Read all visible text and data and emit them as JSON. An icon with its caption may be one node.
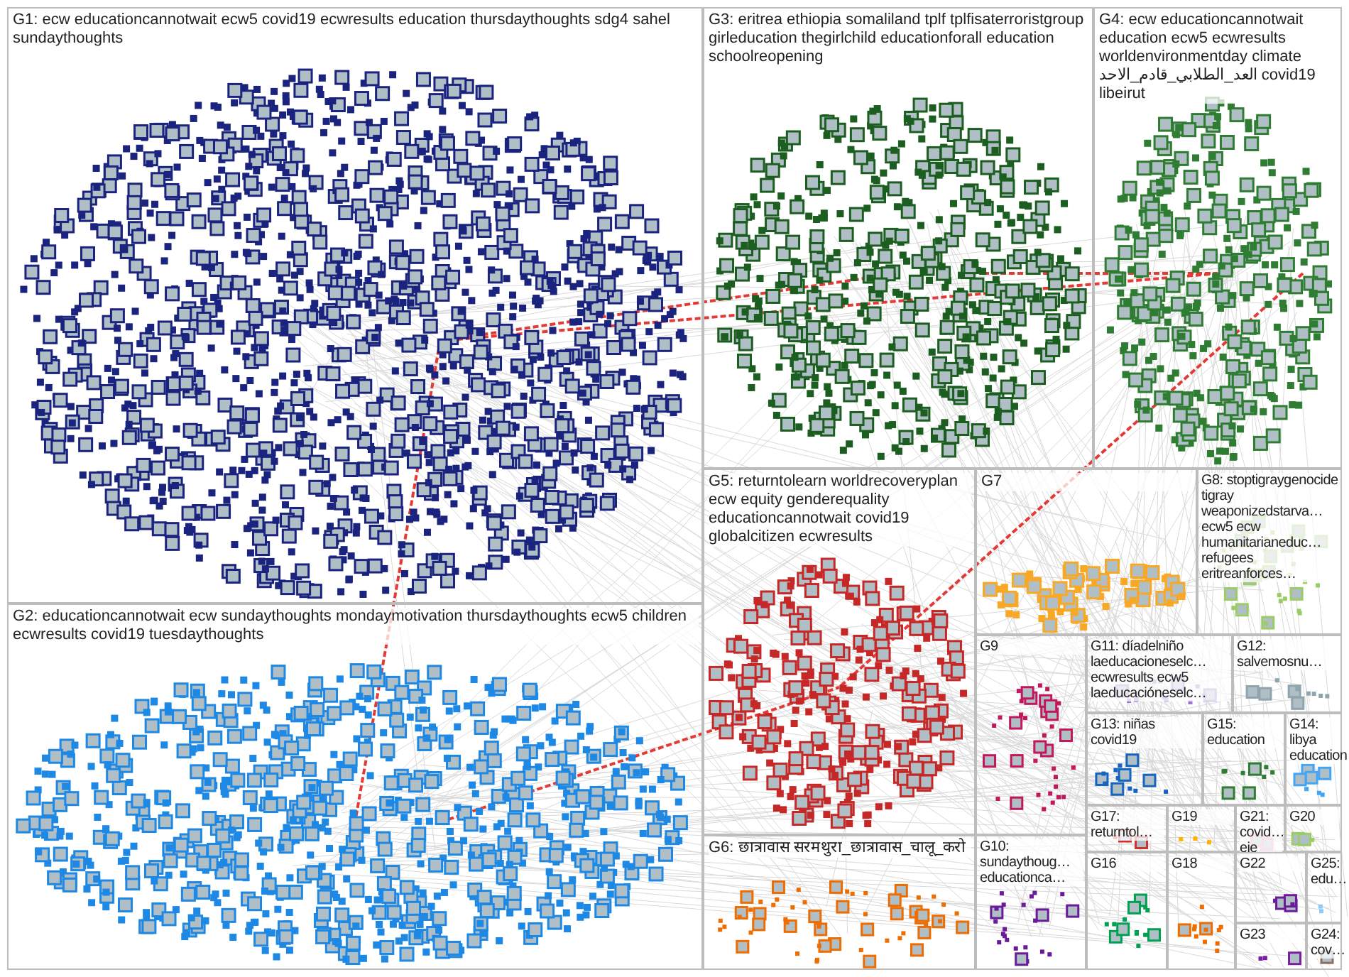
{
  "diagram": {
    "nodes": [
      {
        "text": [
          "G1: ecw educationcannotwait ecw5 covid19 ecwresults education thursdaythoughts sdg4 sahel sundaythoughts"
        ]
      },
      {
        "text": [
          "G2: educationcannotwait ecw sundaythoughts mondaymotivation thursdaythoughts ecw5 children ecwresults covid19 tuesdaythoughts"
        ]
      },
      {
        "text": [
          "G3: eritrea ethiopia somaliland tplf tplfisaterroristgroup girleducation thegirlchild educationforall education schoolreopening"
        ]
      },
      {
        "text": [
          "G4: ecw educationcannotwait education ecw5 ecwresults worldenvironmentday climate العد_الطلابي_قادم_الاحد covid19 libeirut"
        ]
      },
      {
        "text": [
          "G5: returntolearn worldrecoveryplan ecw equity genderequality educationcannotwait covid19 globalcitizen ecwresults"
        ]
      },
      {
        "text": [
          "G7"
        ]
      },
      {
        "text": [
          "G8: stoptigraygenocide tigray weaponizedstarva… ecw5 ecw humanitarianeduc… refugees eritreanforces…"
        ]
      },
      {
        "text": [
          "G9"
        ]
      },
      {
        "text": [
          "G11: díadelniño laeducacioneselc… ecwresults ecw5 laeducacióneselc…"
        ]
      },
      {
        "text": [
          "G12: salvemosnu…"
        ]
      },
      {
        "text": [
          "G13: niñas covid19"
        ]
      },
      {
        "text": [
          "G15: education"
        ]
      },
      {
        "text": [
          "G14: libya education"
        ]
      },
      {
        "text": [
          "G6: छात्रावास सरमथुरा_छात्रावास_चालू_करो"
        ]
      },
      {
        "text": [
          "G10: sundaythoug… educationca…"
        ]
      },
      {
        "text": [
          "G17: returntol…"
        ]
      },
      {
        "text": [
          "G19"
        ]
      },
      {
        "text": [
          "G21: covid… eie"
        ]
      },
      {
        "text": [
          "G20"
        ]
      },
      {
        "text": [
          "G16"
        ]
      },
      {
        "text": [
          "G18"
        ]
      },
      {
        "text": [
          "G22"
        ]
      },
      {
        "text": [
          "G25: edu…"
        ]
      },
      {
        "text": [
          "G23"
        ]
      },
      {
        "text": [
          "G24: cov…"
        ]
      }
    ]
  }
}
